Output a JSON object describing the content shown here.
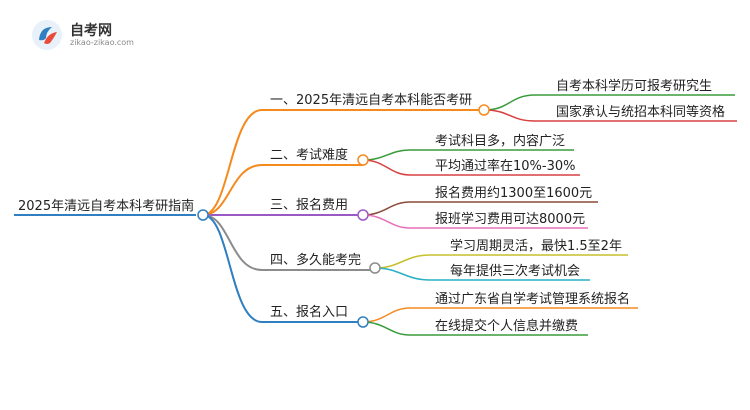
{
  "brand": {
    "name": "自考网",
    "url": "zikao-zikao.com"
  },
  "root": "2025年清远自考本科考研指南",
  "branches": [
    {
      "label": "一、2025年清远自考本科能否考研",
      "color": "#f58a1f",
      "leaves": [
        {
          "text": "自考本科学历可报考研究生",
          "color": "#3a9b3a"
        },
        {
          "text": "国家承认与统招本科同等资格",
          "color": "#d94040"
        }
      ]
    },
    {
      "label": "二、考试难度",
      "color": "#f58a1f",
      "leaves": [
        {
          "text": "考试科目多，内容广泛",
          "color": "#3a9b3a"
        },
        {
          "text": "平均通过率在10%-30%",
          "color": "#d94040"
        }
      ]
    },
    {
      "label": "三、报名费用",
      "color": "#9b59c6",
      "leaves": [
        {
          "text": "报名费用约1300至1600元",
          "color": "#8b4a3b"
        },
        {
          "text": "报班学习费用可达8000元",
          "color": "#e870b8"
        }
      ]
    },
    {
      "label": "四、多久能考完",
      "color": "#8c8c8c",
      "leaves": [
        {
          "text": "学习周期灵活，最快1.5至2年",
          "color": "#c6c02c"
        },
        {
          "text": "每年提供三次考试机会",
          "color": "#2ab0c4"
        }
      ]
    },
    {
      "label": "五、报名入口",
      "color": "#2f7fc1",
      "leaves": [
        {
          "text": "通过广东省自学考试管理系统报名",
          "color": "#f58a1f"
        },
        {
          "text": "在线提交个人信息并缴费",
          "color": "#3a9b3a"
        }
      ]
    }
  ]
}
